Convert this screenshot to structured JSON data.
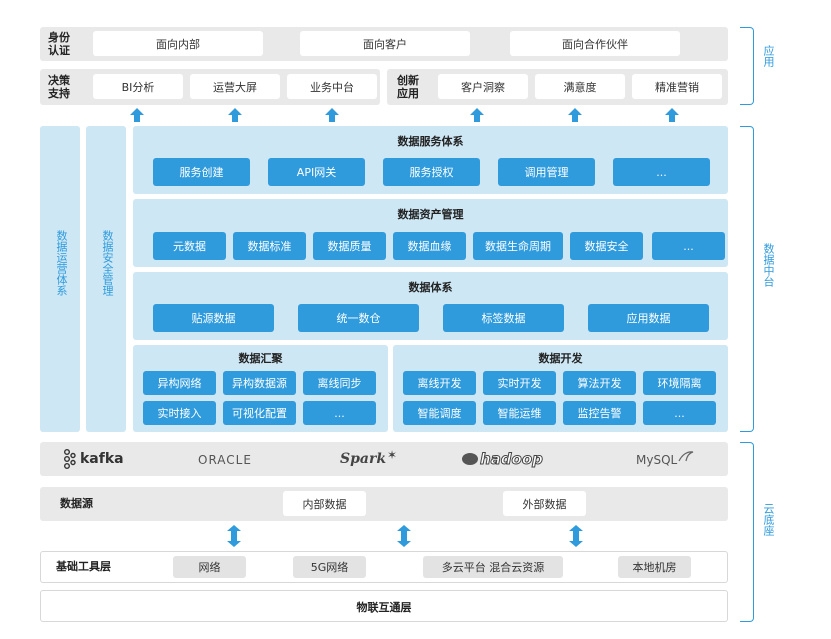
{
  "app": {
    "identity_label": "身份认证",
    "identity_items": [
      "面向内部",
      "面向客户",
      "面向合作伙伴"
    ],
    "decision_label": "决策支持",
    "decision_items": [
      "BI分析",
      "运营大屏",
      "业务中台"
    ],
    "innovation_label": "创新应用",
    "innovation_items": [
      "客户洞察",
      "满意度",
      "精准营销"
    ]
  },
  "side_labels": {
    "ops": "数据运营体系",
    "security": "数据安全管理"
  },
  "service": {
    "title": "数据服务体系",
    "items": [
      "服务创建",
      "API网关",
      "服务授权",
      "调用管理",
      "..."
    ]
  },
  "asset": {
    "title": "数据资产管理",
    "items": [
      "元数据",
      "数据标准",
      "数据质量",
      "数据血缘",
      "数据生命周期",
      "数据安全",
      "..."
    ]
  },
  "system": {
    "title": "数据体系",
    "items": [
      "贴源数据",
      "统一数仓",
      "标签数据",
      "应用数据"
    ]
  },
  "collect": {
    "title": "数据汇聚",
    "items": [
      "异构网络",
      "异构数据源",
      "离线同步",
      "实时接入",
      "可视化配置",
      "..."
    ]
  },
  "develop": {
    "title": "数据开发",
    "items": [
      "离线开发",
      "实时开发",
      "算法开发",
      "环境隔离",
      "智能调度",
      "智能运维",
      "监控告警",
      "..."
    ]
  },
  "tech_logos": [
    "kafka",
    "ORACLE",
    "Spark",
    "hadoop",
    "MySQL"
  ],
  "datasource": {
    "label": "数据源",
    "items": [
      "内部数据",
      "外部数据"
    ]
  },
  "infra": {
    "label": "基础工具层",
    "items": [
      "网络",
      "5G网络",
      "多云平台 混合云资源",
      "本地机房"
    ]
  },
  "iot": "物联互通层",
  "right_labels": {
    "app": "应用",
    "middle": "数据中台",
    "base": "云底座"
  },
  "colors": {
    "accent": "#2f9bdc",
    "panel": "#cde7f5",
    "gray": "#e9e9e9"
  }
}
